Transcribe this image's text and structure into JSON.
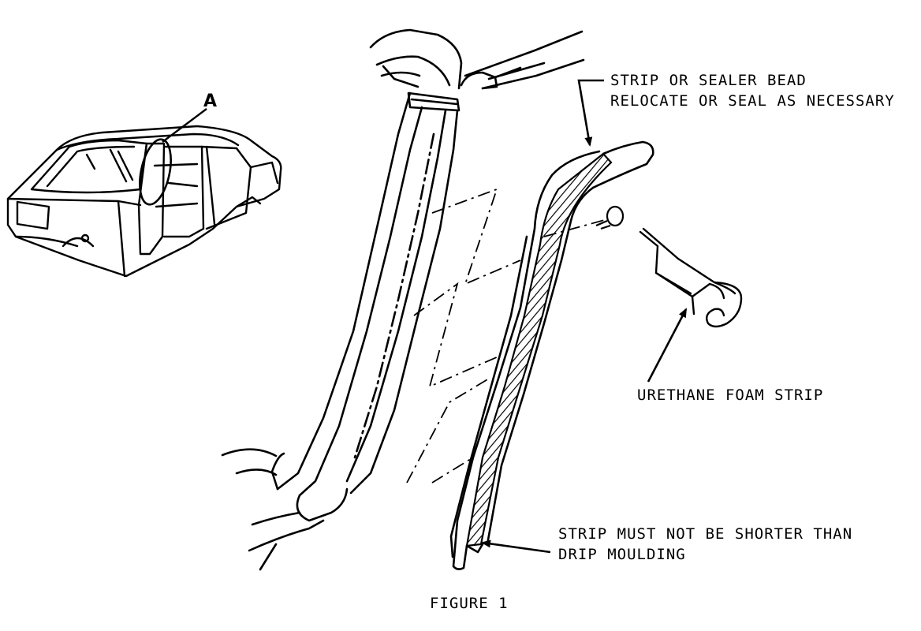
{
  "figure": {
    "caption": "FIGURE 1",
    "detail_callout": "A",
    "labels": {
      "sealer_line1": "STRIP OR SEALER BEAD",
      "sealer_line2": "RELOCATE OR SEAL AS NECESSARY",
      "foam": "URETHANE FOAM STRIP",
      "strip_line1": "STRIP MUST NOT BE SHORTER THAN",
      "strip_line2": "DRIP MOULDING"
    }
  },
  "colors": {
    "ink": "#000000",
    "paper": "#ffffff"
  }
}
